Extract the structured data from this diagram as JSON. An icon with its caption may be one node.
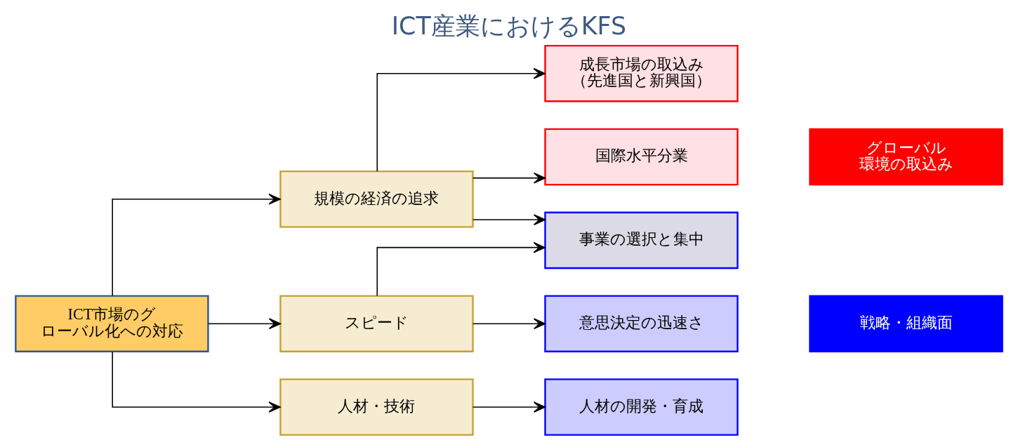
{
  "diagram": {
    "title": "ICT産業におけるKFS",
    "nodes": [
      {
        "text": [
          "ICT市場のグローバル化への対応"
        ]
      },
      {
        "text": [
          "規模の経済の追求"
        ]
      },
      {
        "text": [
          "スピード"
        ]
      },
      {
        "text": [
          "人材・技術"
        ]
      },
      {
        "text": [
          "成長市場の取込み（先進国と新興国）"
        ]
      },
      {
        "text": [
          "国際水平分業"
        ]
      },
      {
        "text": [
          "事業の選択と集中"
        ]
      },
      {
        "text": [
          "意思決定の迅速さ"
        ]
      },
      {
        "text": [
          "人材の開発・育成"
        ]
      },
      {
        "text": [
          "グローバル環境の取込み"
        ]
      },
      {
        "text": [
          "戦略・組織面"
        ]
      }
    ],
    "edges": [
      {
        "from": 0,
        "to": 1,
        "arrow": "to"
      },
      {
        "from": 0,
        "to": 2,
        "arrow": "to"
      },
      {
        "from": 0,
        "to": 3,
        "arrow": "to"
      },
      {
        "from": 1,
        "to": 4,
        "arrow": "to"
      },
      {
        "from": 1,
        "to": 5,
        "arrow": "to"
      },
      {
        "from": 1,
        "to": 6,
        "arrow": "to"
      },
      {
        "from": 2,
        "to": 6,
        "arrow": "to"
      },
      {
        "from": 2,
        "to": 7,
        "arrow": "to"
      },
      {
        "from": 3,
        "to": 8,
        "arrow": "to"
      }
    ]
  }
}
